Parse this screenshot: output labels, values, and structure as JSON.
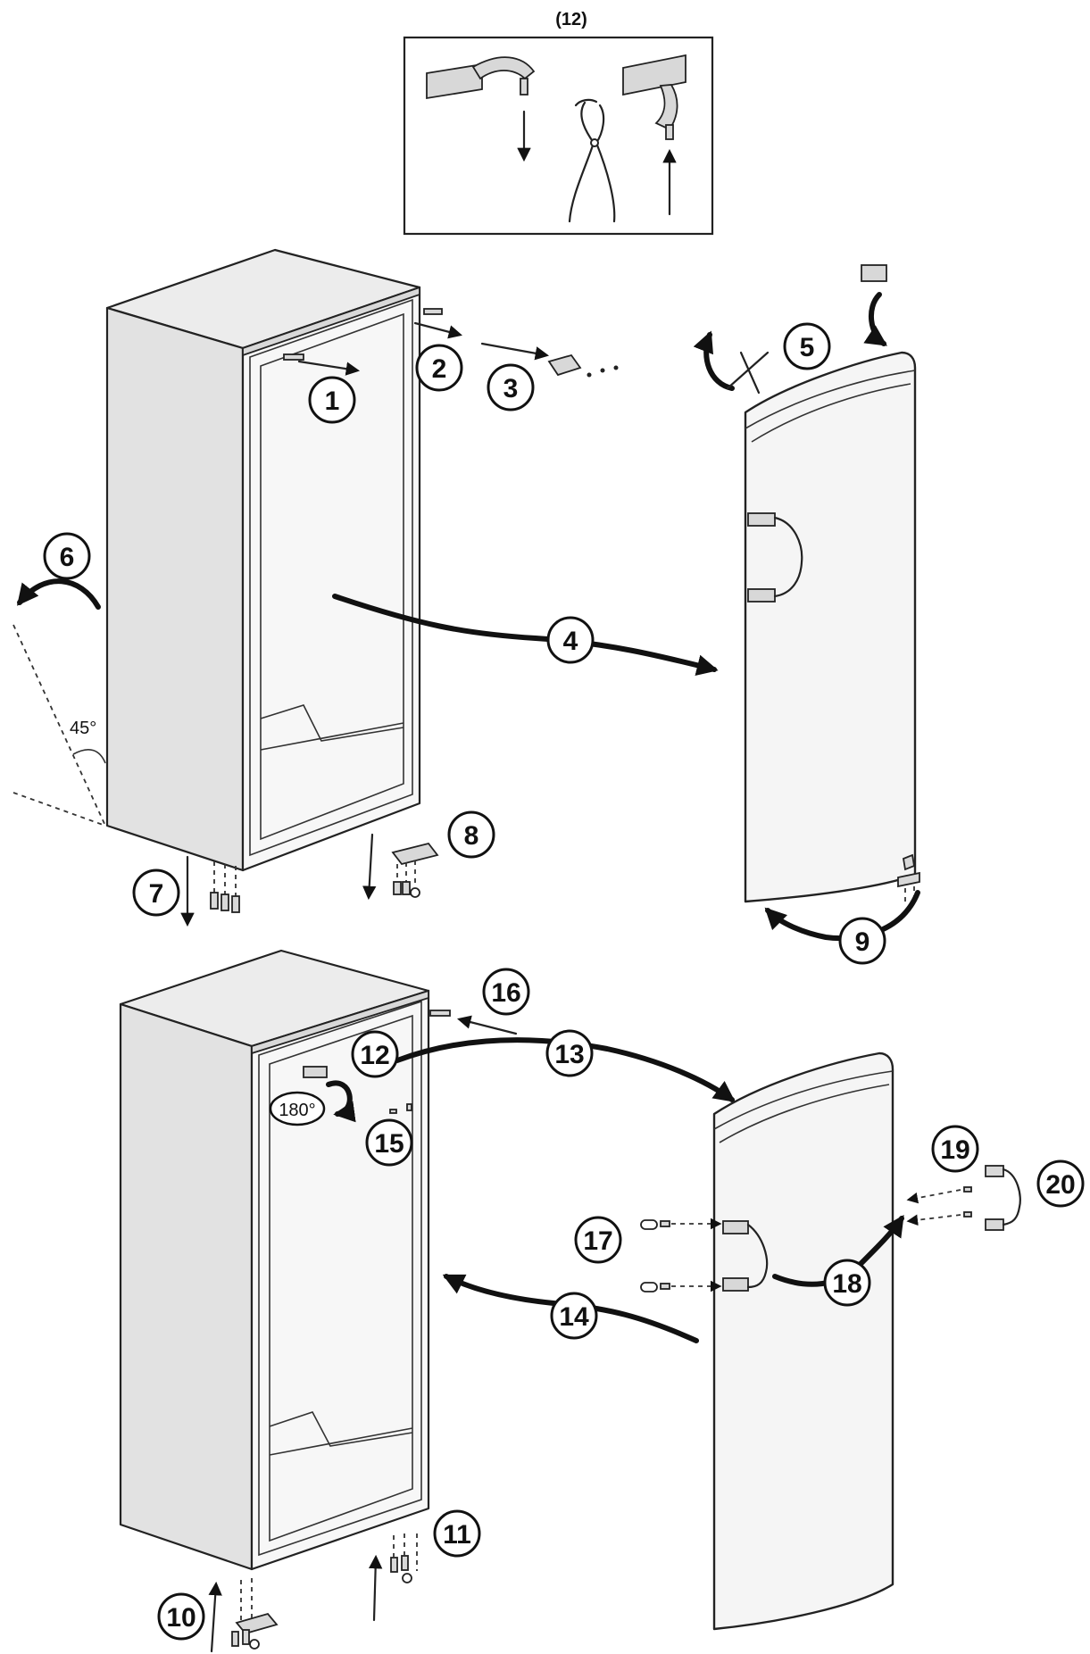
{
  "inset": {
    "title": "(12)"
  },
  "angle_label": "45°",
  "rotation_label": "180°",
  "steps": [
    "1",
    "2",
    "3",
    "4",
    "5",
    "6",
    "7",
    "8",
    "9",
    "10",
    "11",
    "12",
    "13",
    "14",
    "15",
    "16",
    "17",
    "18",
    "19",
    "20"
  ]
}
